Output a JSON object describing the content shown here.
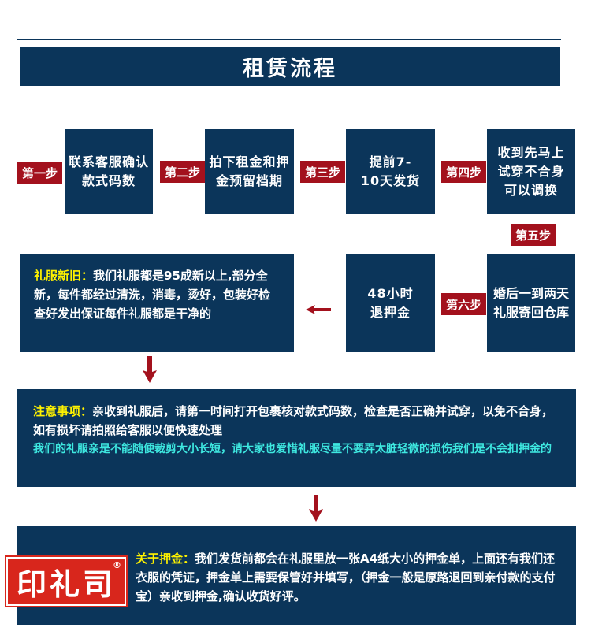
{
  "title": "租赁流程",
  "steps": [
    {
      "label": "第一步",
      "text": "联系客服确认款式码数"
    },
    {
      "label": "第二步",
      "text": "拍下租金和押金预留档期"
    },
    {
      "label": "第三步",
      "text": "提前7-10天发货"
    },
    {
      "label": "第四步",
      "text": "收到先马上试穿不合身可以调换"
    },
    {
      "label": "第五步",
      "text": "婚后一到两天礼服寄回仓库"
    },
    {
      "label": "第六步",
      "text": "48小时退押金"
    }
  ],
  "condition": {
    "heading": "礼服新旧：",
    "body": "我们礼服都是95成新以上,部分全新，每件都经过清洗，消毒，烫好，包装好检查好发出保证每件礼服都是干净的"
  },
  "notice": {
    "heading": "注意事项：",
    "body": "亲收到礼服后，请第一时间打开包裹核对款式码数，检查是否正确并试穿，以免不合身，如有损坏请拍照给客服以便快速处理",
    "note": "我们的礼服亲是不能随便裁剪大小长短，请大家也爱惜礼服尽量不要弄太脏轻微的损伤我们是不会扣押金的"
  },
  "deposit": {
    "heading": "关于押金：",
    "body": "我们发货前都会在礼服里放一张A4纸大小的押金单，上面还有我们还衣服的凭证，押金单上需要保管好并填写，（押金一般是原路退回到亲付款的支付宝）亲收到押金,确认收货好评。"
  },
  "logo": {
    "text": "印礼司",
    "mark": "®"
  },
  "colors": {
    "navy": "#0b355a",
    "red": "#a3111d",
    "highlight": "#fff200",
    "cyan": "#3ee8e0"
  }
}
